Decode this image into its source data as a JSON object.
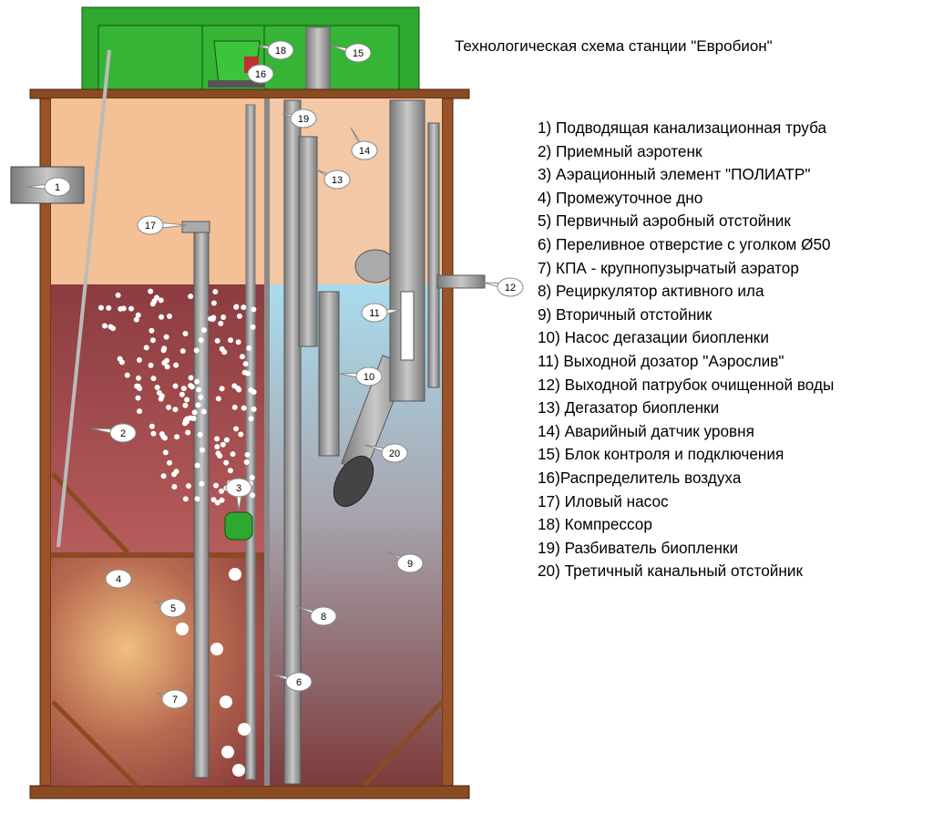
{
  "title": "Технологическая схема станции \"Евробион\"",
  "legend": [
    "1) Подводящая канализационная труба",
    "2) Приемный аэротенк",
    "3) Аэрационный элемент  \"ПОЛИАТР\"",
    "4) Промежуточное дно",
    "5) Первичный аэробный отстойник",
    "6) Переливное отверстие с уголком  Ø50",
    "7) КПА - крупнопузырчатый аэратор",
    "8) Рециркулятор активного ила",
    "9) Вторичный отстойник",
    "10) Насос дегазации биопленки",
    "11) Выходной дозатор \"Аэрослив\"",
    "12) Выходной патрубок очищенной воды",
    "13) Дегазатор биопленки",
    "14) Аварийный датчик уровня",
    "15) Блок контроля и подключения",
    "16)Распределитель воздуха",
    "17) Иловый насос",
    "18) Компрессор",
    "19) Разбиватель биопленки",
    "20) Третичный канальный отстойник"
  ],
  "callouts": [
    "1",
    "2",
    "3",
    "4",
    "5",
    "6",
    "7",
    "8",
    "9",
    "10",
    "11",
    "12",
    "13",
    "14",
    "15",
    "16",
    "17",
    "18",
    "19",
    "20"
  ],
  "colors": {
    "frame": "#8a4a22",
    "lid": "#2fa82f",
    "sludge": "#a85858",
    "water": "#a8d8e8",
    "pipe": "#9a9a9a"
  }
}
